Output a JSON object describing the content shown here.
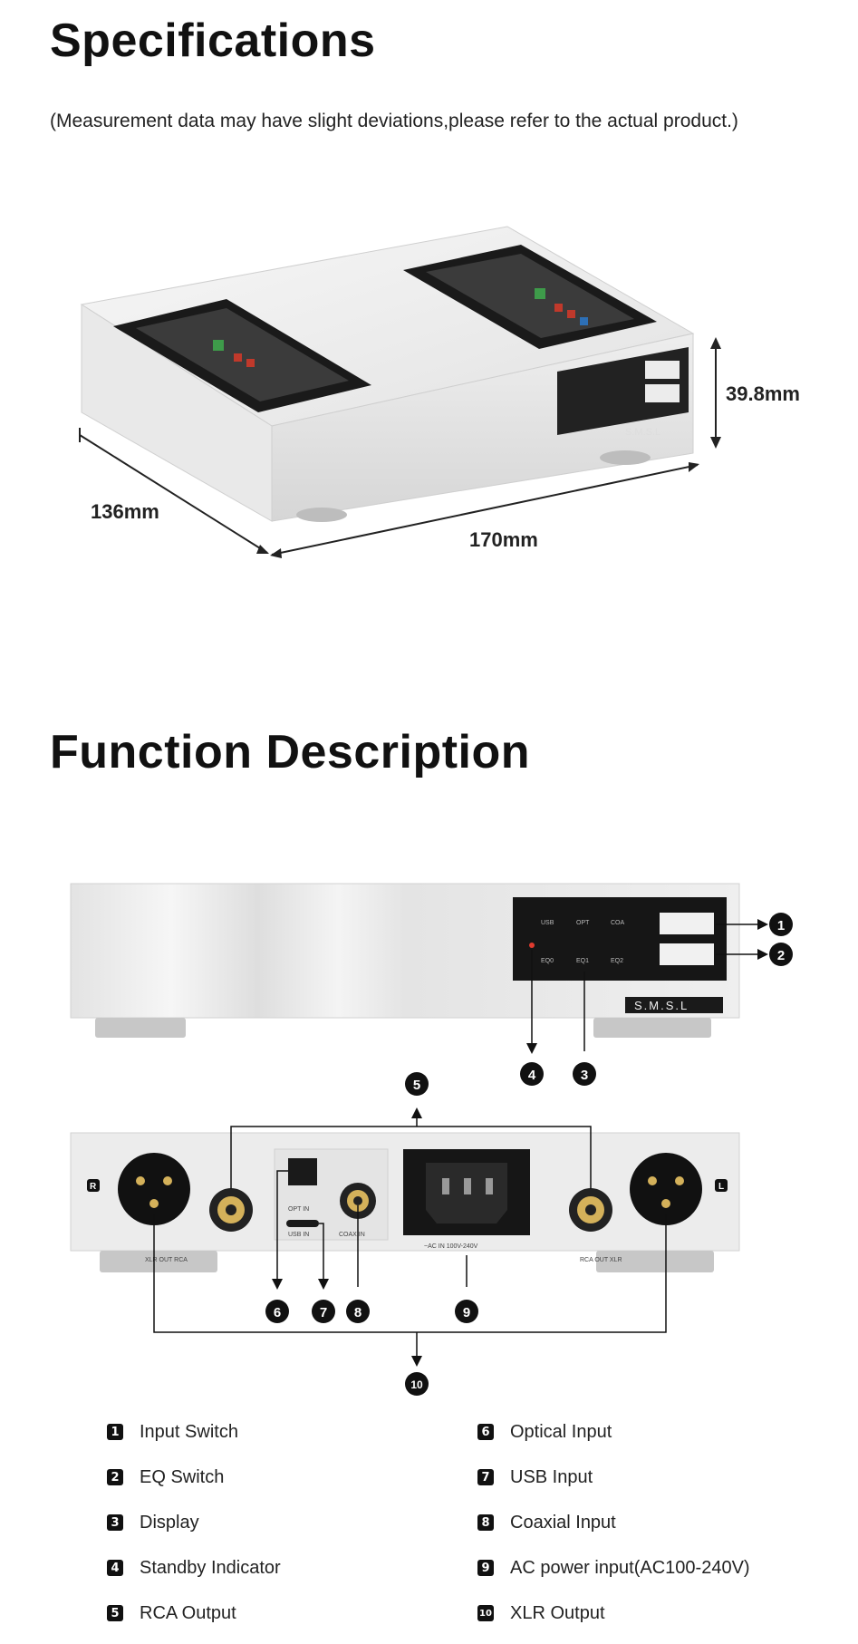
{
  "specs": {
    "title": "Specifications",
    "note": "(Measurement data may have slight deviations,please refer to the actual product.)",
    "dim_height": "39.8mm",
    "dim_depth": "136mm",
    "dim_width": "170mm",
    "brand": "S.M.S.L"
  },
  "function": {
    "title": "Function Description",
    "front_labels": {
      "usb": "USB",
      "opt": "OPT",
      "coa": "COA",
      "eq0": "EQ0",
      "eq1": "EQ1",
      "eq2": "EQ2"
    },
    "rear_labels": {
      "r": "R",
      "l": "L",
      "xlr_out_rca_left": "XLR  OUT  RCA",
      "rca_out_xlr_right": "RCA  OUT  XLR",
      "opt_in": "OPT IN",
      "usb_in": "USB IN",
      "coax_in": "COAX IN",
      "ac_in": "~AC IN 100V-240V"
    },
    "callouts": [
      "1",
      "2",
      "3",
      "4",
      "5",
      "6",
      "7",
      "8",
      "9",
      "10"
    ]
  },
  "legend": {
    "left": [
      {
        "num": "1",
        "label": "Input Switch"
      },
      {
        "num": "2",
        "label": "EQ Switch"
      },
      {
        "num": "3",
        "label": "Display"
      },
      {
        "num": "4",
        "label": "Standby Indicator"
      },
      {
        "num": "5",
        "label": "RCA Output"
      }
    ],
    "right": [
      {
        "num": "6",
        "label": "Optical Input"
      },
      {
        "num": "7",
        "label": "USB Input"
      },
      {
        "num": "8",
        "label": "Coaxial Input"
      },
      {
        "num": "9",
        "label": "AC power input(AC100-240V)"
      },
      {
        "num": "10",
        "label": "XLR  Output"
      }
    ]
  }
}
